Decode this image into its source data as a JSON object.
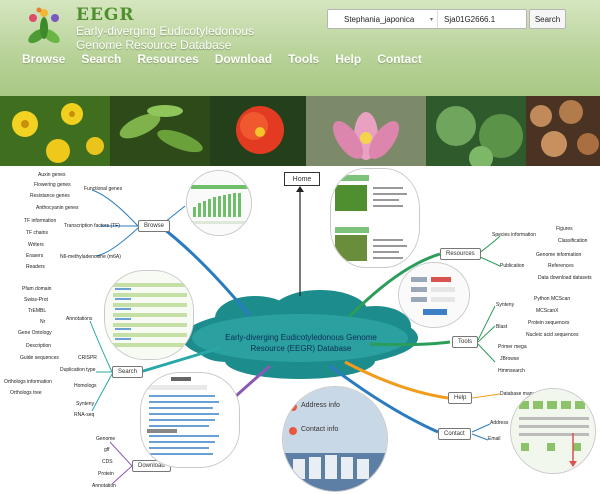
{
  "header": {
    "logo": "EEGR",
    "site_name_line1": "Early-diverging Eudicotyledonous",
    "site_name_line2": "Genome Resource Database",
    "search": {
      "species": "Stephania_japonica",
      "query": "Sja01G2666.1",
      "button": "Search"
    },
    "nav": [
      "Browse",
      "Search",
      "Resources",
      "Download",
      "Tools",
      "Help",
      "Contact"
    ]
  },
  "photos": [
    {
      "name": "yellow-flower-photo",
      "bg": "#3f6f1e",
      "accent": "#f3d321"
    },
    {
      "name": "green-leaves-photo",
      "bg": "#2d4a18",
      "accent": "#7fb24a"
    },
    {
      "name": "red-flower-photo",
      "bg": "#23401a",
      "accent": "#e23b22"
    },
    {
      "name": "lotus-photo",
      "bg": "#7d8a6a",
      "accent": "#e8a1c0"
    },
    {
      "name": "lobed-leaves-photo",
      "bg": "#2f5a2c",
      "accent": "#6fa55c"
    },
    {
      "name": "macadamia-photo",
      "bg": "#4a3322",
      "accent": "#c08a5a"
    }
  ],
  "mindmap": {
    "home": "Home",
    "center_line1": "Early-diverging Eudicotyledonous Genome",
    "center_line2": "Resource (EEGR) Database",
    "browse": {
      "label": "Browse",
      "functional_genes": "Functional genes",
      "functional_items": [
        "Auxin genes",
        "Flowering genes",
        "Resistance genes",
        "Anthocyanin genes"
      ],
      "tf": "Transcription factors (TF)",
      "tf_items": [
        "TF information",
        "TF chains"
      ],
      "m6a": "N6-methyladenosine (m6A)",
      "m6a_items": [
        "Writers",
        "Erasers",
        "Readers"
      ]
    },
    "search": {
      "label": "Search",
      "annotations": "Annotations",
      "annotation_items": [
        "Pfam domain",
        "Swiss-Prot",
        "TrEMBL",
        "Nr",
        "Gene Ontology",
        "Description"
      ],
      "crispr": "CRISPR",
      "guide": "Guide sequences",
      "duplication": "Duplication type",
      "homologs": "Homologs",
      "homolog_items": [
        "Orthologs information",
        "Orthologs tree"
      ],
      "synteny": "Synteny",
      "rna": "RNA-seq"
    },
    "download": {
      "label": "Download",
      "items": [
        "Genome",
        "gff",
        "CDS",
        "Protein",
        "Annotation"
      ]
    },
    "resources": {
      "label": "Resources",
      "species": "Species information",
      "figures": "Figures",
      "classification": "Classification",
      "genome_info": "Genome information",
      "publication": "Publication",
      "references": "References",
      "data_download": "Data download datasets"
    },
    "tools": {
      "label": "Tools",
      "synteny": "Synteny",
      "python_mcscan": "Python MCScan",
      "mcscanx": "MCScanX",
      "blast": "Blast",
      "protein_seq": "Protein sequences",
      "nucleic_seq": "Nucleic acid sequences",
      "primer": "Primer mega",
      "jbrowse": "JBrowse",
      "hmmsearch": "Hmmsearch"
    },
    "help": {
      "label": "Help",
      "manual": "Database manual"
    },
    "contact": {
      "label": "Contact",
      "address": "Address",
      "email": "Email",
      "address_info": "Address info",
      "contact_info": "Contact info"
    }
  },
  "colors": {
    "header_green": "#b9d39a",
    "logo_green": "#4f8f2f",
    "cloud": "#1c8c8c",
    "branch_blue": "#2b7bbf",
    "branch_green": "#2a9d5a",
    "branch_orange": "#f29b1c",
    "branch_teal": "#29a7a7",
    "branch_purple": "#8b58b5"
  }
}
